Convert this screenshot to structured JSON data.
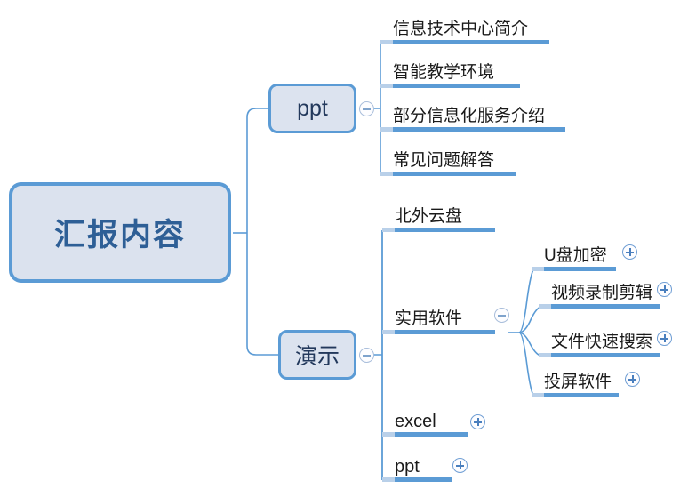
{
  "document": {
    "type": "mind-map",
    "background": "#ffffff"
  },
  "colors": {
    "node_border": "#5b9bd5",
    "node_fill": "#dce3ef",
    "root_text": "#2e5f96",
    "branch_text": "#23395c",
    "bar": "#5b9bd5",
    "bar_lead": "#b9d0e9",
    "connector": "#5b9bd5",
    "leaf_text": "#1a1a1a"
  },
  "root": {
    "label": "汇报内容",
    "toggle": ""
  },
  "branches": [
    {
      "id": "ppt",
      "label": "ppt",
      "toggle": "minus",
      "toggle_icon": "collapse-icon",
      "children": [
        {
          "label": "信息技术中心简介",
          "toggle": ""
        },
        {
          "label": "智能教学环境",
          "toggle": ""
        },
        {
          "label": "部分信息化服务介绍",
          "toggle": ""
        },
        {
          "label": "常见问题解答",
          "toggle": ""
        }
      ]
    },
    {
      "id": "yanshi",
      "label": "演示",
      "toggle": "minus",
      "toggle_icon": "collapse-icon",
      "children": [
        {
          "label": "北外云盘",
          "toggle": ""
        },
        {
          "label": "实用软件",
          "toggle": "minus",
          "toggle_icon": "collapse-icon",
          "children": [
            {
              "label": "U盘加密",
              "toggle": "plus",
              "toggle_icon": "expand-icon"
            },
            {
              "label": "视频录制剪辑",
              "toggle": "plus",
              "toggle_icon": "expand-icon"
            },
            {
              "label": "文件快速搜索",
              "toggle": "plus",
              "toggle_icon": "expand-icon"
            },
            {
              "label": "投屏软件",
              "toggle": "plus",
              "toggle_icon": "expand-icon"
            }
          ]
        },
        {
          "label": "excel",
          "toggle": "plus",
          "toggle_icon": "expand-icon"
        },
        {
          "label": "ppt",
          "toggle": "plus",
          "toggle_icon": "expand-icon"
        }
      ]
    }
  ]
}
